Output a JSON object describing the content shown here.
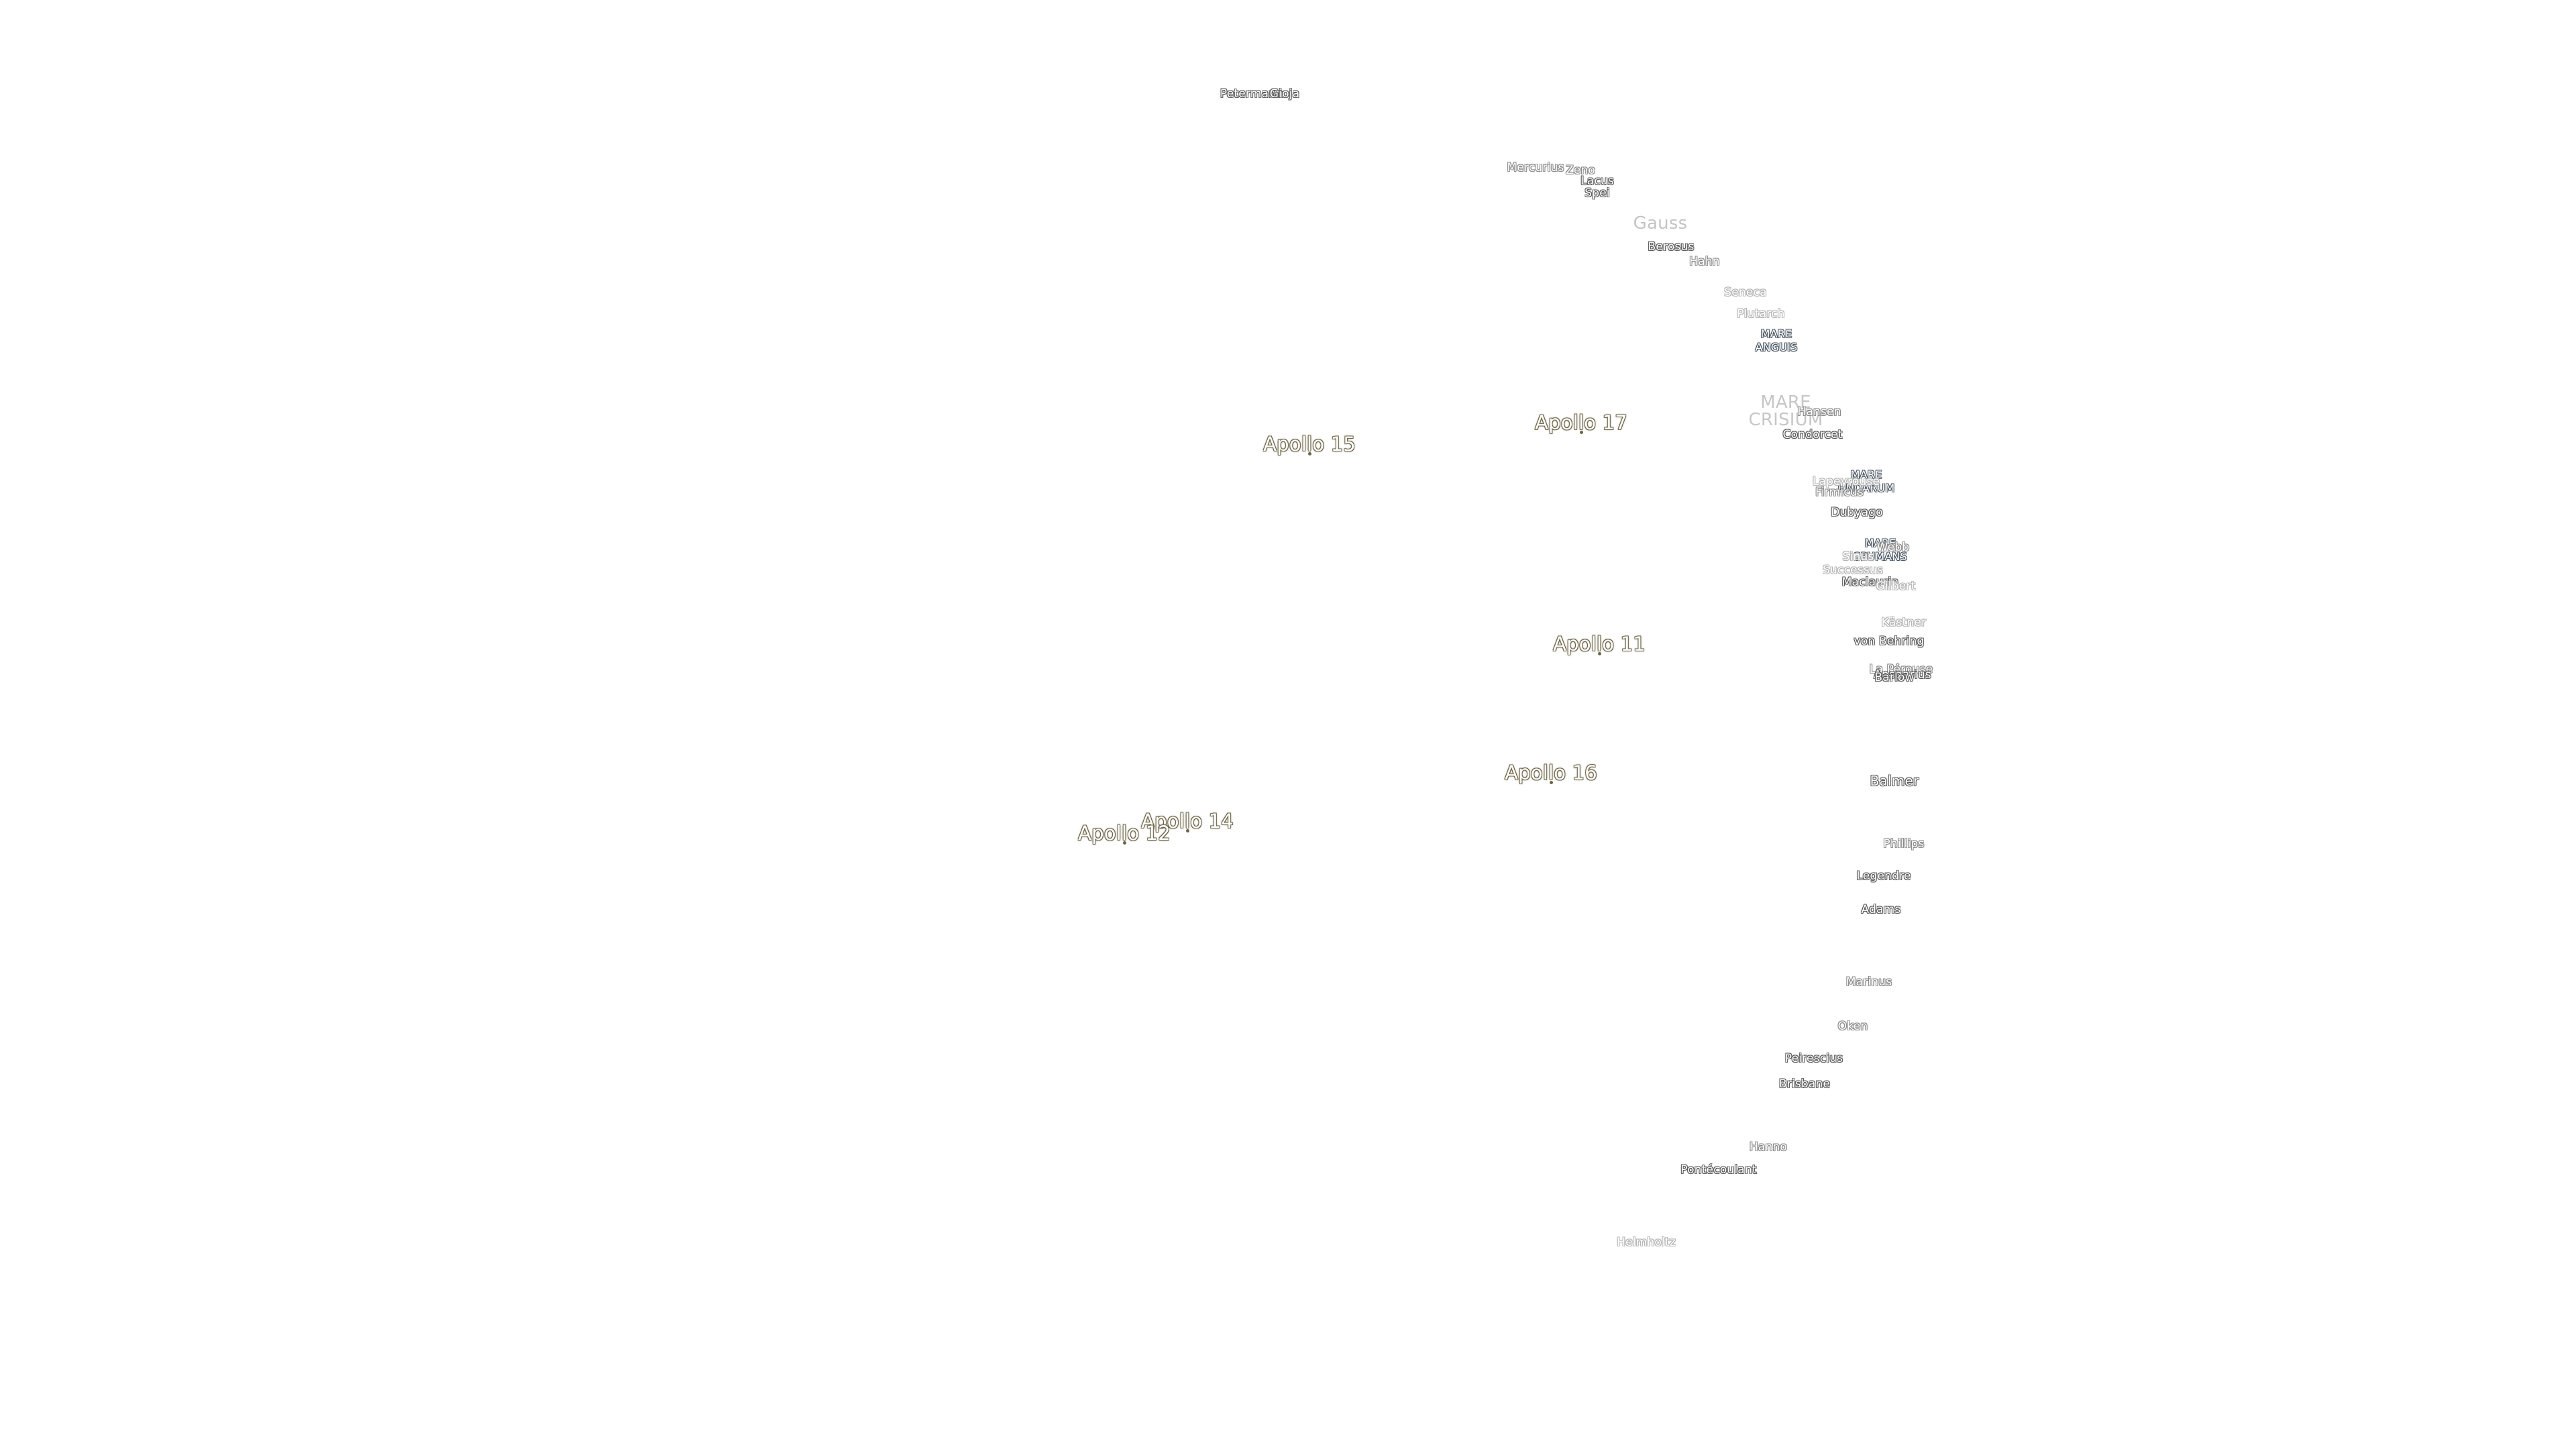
{
  "map": {
    "features": [
      {
        "id": "petermann",
        "name": "Petermann"
      },
      {
        "id": "gioja",
        "name": "Gioja"
      },
      {
        "id": "mercurius",
        "name": "Mercurius"
      },
      {
        "id": "zeno",
        "name": "Zeno"
      },
      {
        "id": "lacus",
        "name": "Lacus"
      },
      {
        "id": "spei",
        "name": "Spei"
      },
      {
        "id": "gauss",
        "name": "Gauss"
      },
      {
        "id": "berosus",
        "name": "Berosus"
      },
      {
        "id": "hahn",
        "name": "Hahn"
      },
      {
        "id": "seneca",
        "name": "Seneca"
      },
      {
        "id": "plutarch",
        "name": "Plutarch"
      },
      {
        "id": "mare-anguis-1",
        "name": "MARE"
      },
      {
        "id": "mare-anguis-2",
        "name": "ANGUIS"
      },
      {
        "id": "mare-crisium-1",
        "name": "MARE"
      },
      {
        "id": "mare-crisium-2",
        "name": "CRISIUM"
      },
      {
        "id": "hansen",
        "name": "Hansen"
      },
      {
        "id": "condorcet",
        "name": "Condorcet"
      },
      {
        "id": "mare-undarum-1",
        "name": "MARE"
      },
      {
        "id": "mare-undarum-2",
        "name": "UNDARUM"
      },
      {
        "id": "lapeyrouse",
        "name": "Lapeyrouse"
      },
      {
        "id": "firmicus",
        "name": "Firmicus"
      },
      {
        "id": "dubyago",
        "name": "Dubyago"
      },
      {
        "id": "mare-spumans-1",
        "name": "MARE"
      },
      {
        "id": "mare-spumans-2",
        "name": "SPUMANS"
      },
      {
        "id": "webb",
        "name": "Webb"
      },
      {
        "id": "succ-sinus",
        "name": "Sinus"
      },
      {
        "id": "successus",
        "name": "Successus"
      },
      {
        "id": "maclaurin",
        "name": "Maclaurin"
      },
      {
        "id": "gilbert",
        "name": "Gilbert"
      },
      {
        "id": "kastner",
        "name": "Kästner"
      },
      {
        "id": "von-behring",
        "name": "von Behring"
      },
      {
        "id": "la-perouse",
        "name": "La Pérouse"
      },
      {
        "id": "ansgarius",
        "name": "Ansgarius"
      },
      {
        "id": "barlow",
        "name": "Barlow"
      },
      {
        "id": "balmer",
        "name": "Balmer"
      },
      {
        "id": "phillips",
        "name": "Phillips"
      },
      {
        "id": "legendre",
        "name": "Legendre"
      },
      {
        "id": "adams",
        "name": "Adams"
      },
      {
        "id": "marinus",
        "name": "Marinus"
      },
      {
        "id": "oken",
        "name": "Oken"
      },
      {
        "id": "peirescius",
        "name": "Peirescius"
      },
      {
        "id": "brisbane",
        "name": "Brisbane"
      },
      {
        "id": "hanno",
        "name": "Hanno"
      },
      {
        "id": "pontecoulant",
        "name": "Pontécoulant"
      },
      {
        "id": "helmholtz",
        "name": "Helmholtz"
      }
    ],
    "landing_sites": [
      {
        "id": "apollo-15",
        "name": "Apollo 15"
      },
      {
        "id": "apollo-17",
        "name": "Apollo 17"
      },
      {
        "id": "apollo-11",
        "name": "Apollo 11"
      },
      {
        "id": "apollo-16",
        "name": "Apollo 16"
      },
      {
        "id": "apollo-14",
        "name": "Apollo 14"
      },
      {
        "id": "apollo-12",
        "name": "Apollo 12"
      }
    ],
    "colors": {
      "background": "#ffffff",
      "label_halo_dark": "#595959",
      "label_halo_light": "#b3b3b3",
      "mare_halo": "#4a5763",
      "apollo_halo": "#6e6548"
    }
  }
}
